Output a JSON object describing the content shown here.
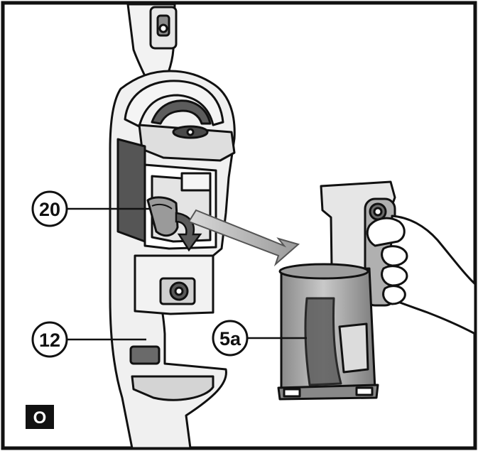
{
  "figure": {
    "panel_label": "O",
    "callouts": [
      {
        "id": "c20",
        "label": "20",
        "target": "release-button"
      },
      {
        "id": "c12",
        "label": "12",
        "target": "main-body"
      },
      {
        "id": "c5a",
        "label": "5a",
        "target": "dust-container"
      }
    ]
  },
  "colors": {
    "outline": "#111111",
    "body_fill": "#efefef",
    "dark_fill": "#6f6f6f",
    "mid_fill": "#b9b9b9",
    "arrow_fill": "#a9a9a9",
    "panel_bg": "#111111"
  }
}
